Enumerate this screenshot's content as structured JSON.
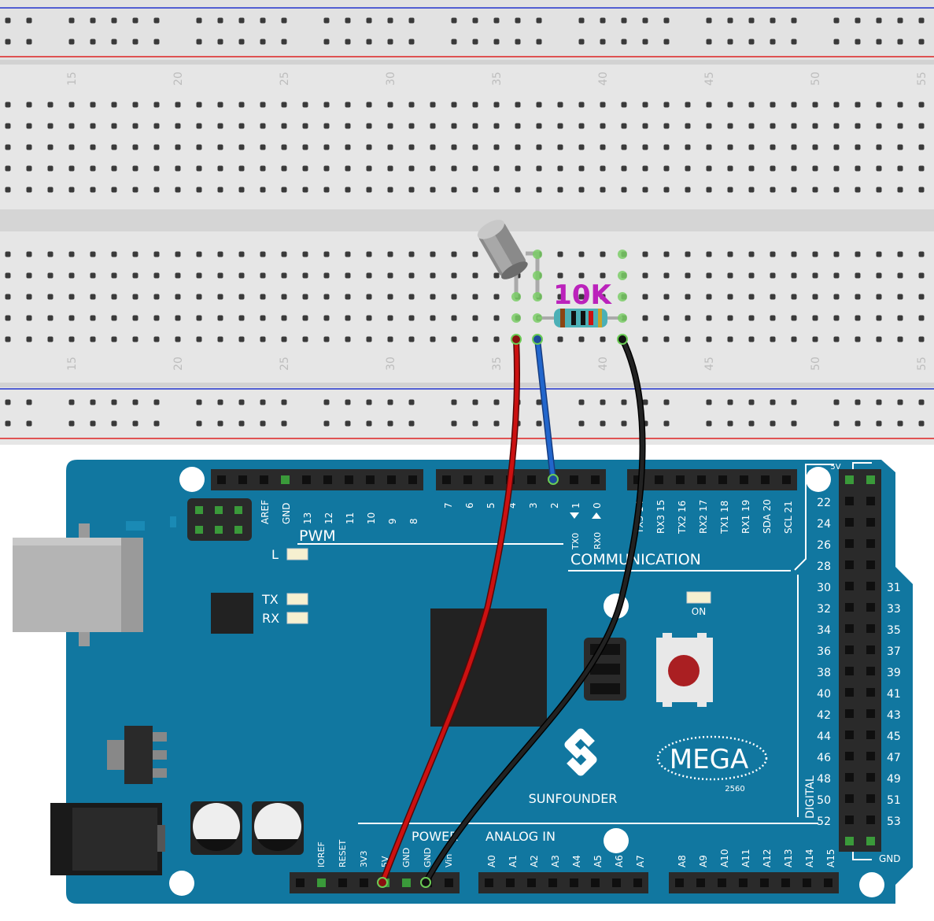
{
  "breadboard": {
    "column_numbers": [
      "15",
      "20",
      "25",
      "30",
      "35",
      "40",
      "45",
      "50",
      "55"
    ]
  },
  "resistor": {
    "label": "10K"
  },
  "board": {
    "brand": "SUNFOUNDER",
    "model": "MEGA",
    "model_number": "2560",
    "top_header_labels": {
      "left": [
        "AREF",
        "GND",
        "13",
        "12",
        "11",
        "10",
        "9",
        "8"
      ],
      "middle": [
        "7",
        "6",
        "5",
        "4",
        "3",
        "2",
        "1",
        "0"
      ],
      "right": [
        "TX3 14",
        "RX3 15",
        "TX2 16",
        "RX2 17",
        "TX1 18",
        "RX1 19",
        "SDA 20",
        "SCL 21"
      ]
    },
    "tx0": "TX0",
    "rx0": "RX0",
    "pwm": "PWM",
    "communication": "COMMUNICATION",
    "led_l": "L",
    "led_tx": "TX",
    "led_rx": "RX",
    "led_on": "ON",
    "power_section": "POWER",
    "analog_section": "ANALOG IN",
    "power_pins": [
      "IOREF",
      "RESET",
      "3V3",
      "5V",
      "GND",
      "GND",
      "Vin"
    ],
    "analog_pins": [
      "A0",
      "A1",
      "A2",
      "A3",
      "A4",
      "A5",
      "A6",
      "A7",
      "A8",
      "A9",
      "A10",
      "A11",
      "A12",
      "A13",
      "A14",
      "A15"
    ],
    "digital_left": [
      "22",
      "24",
      "26",
      "28",
      "30",
      "32",
      "34",
      "36",
      "38",
      "40",
      "42",
      "44",
      "46",
      "48",
      "50",
      "52"
    ],
    "digital_right": [
      "31",
      "33",
      "35",
      "37",
      "39",
      "41",
      "43",
      "45",
      "47",
      "49",
      "51",
      "53"
    ],
    "digital": "DIGITAL",
    "label_5v": "5V",
    "label_gnd": "GND"
  },
  "colors": {
    "board": "#1177a0",
    "breadboard": "#e8e8e8",
    "wire_5v": "#cc1111",
    "wire_signal": "#2266cc",
    "wire_gnd": "#111111",
    "label_resistor": "#bb22bb"
  }
}
